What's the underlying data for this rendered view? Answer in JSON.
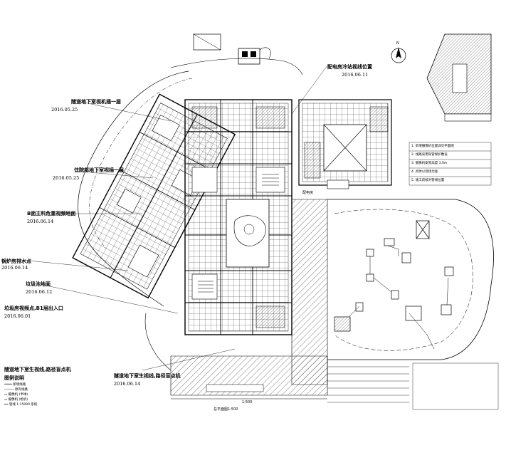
{
  "annotations": [
    {
      "title": "隧道地下室视机插一层",
      "date": "2016.05.25"
    },
    {
      "title": "住院部地下室视插一层",
      "date": "2016.05.25"
    },
    {
      "title": "B面主科危重视频地面",
      "date": "2016.06.14"
    },
    {
      "title": "锅炉房排水点",
      "date": "2016.06.14"
    },
    {
      "title": "垃圾池地面",
      "date": "2016.06.12"
    },
    {
      "title": "垃圾房视频点,B1层出入口",
      "date": "2016.06.01"
    },
    {
      "title": "隧道地下室生视线,路径盲点机",
      "date": ""
    },
    {
      "title": "隧道地下室生视线,路径盲点机",
      "date": "2016.06.14"
    },
    {
      "title": "配电房冷站视线位置",
      "date": "2016.06.11"
    }
  ],
  "labels": {
    "north_arrow": "N",
    "room_label": "配电房",
    "scale_label": "1:500",
    "plan_caption": "总平面图1:500",
    "legend_head": "图例说明"
  },
  "legend": [
    "════ 新增线路",
    "───── 原有线路",
    "▭ 摄像机 (半球)",
    "▭ 摄像机 (枪机)",
    "━━ 管线 1:15000 系统"
  ],
  "notes_right": [
    "1. 新增摄像机位置详见平面图",
    "2. 线路采用穿管保护敷设",
    "3. 摄像机安装高度 3.0m",
    "4. 具体以现场为准",
    "5. 施工前核对管线位置"
  ],
  "colors": {
    "line": "#000000",
    "hatch": "#222222",
    "paper": "#ffffff"
  }
}
